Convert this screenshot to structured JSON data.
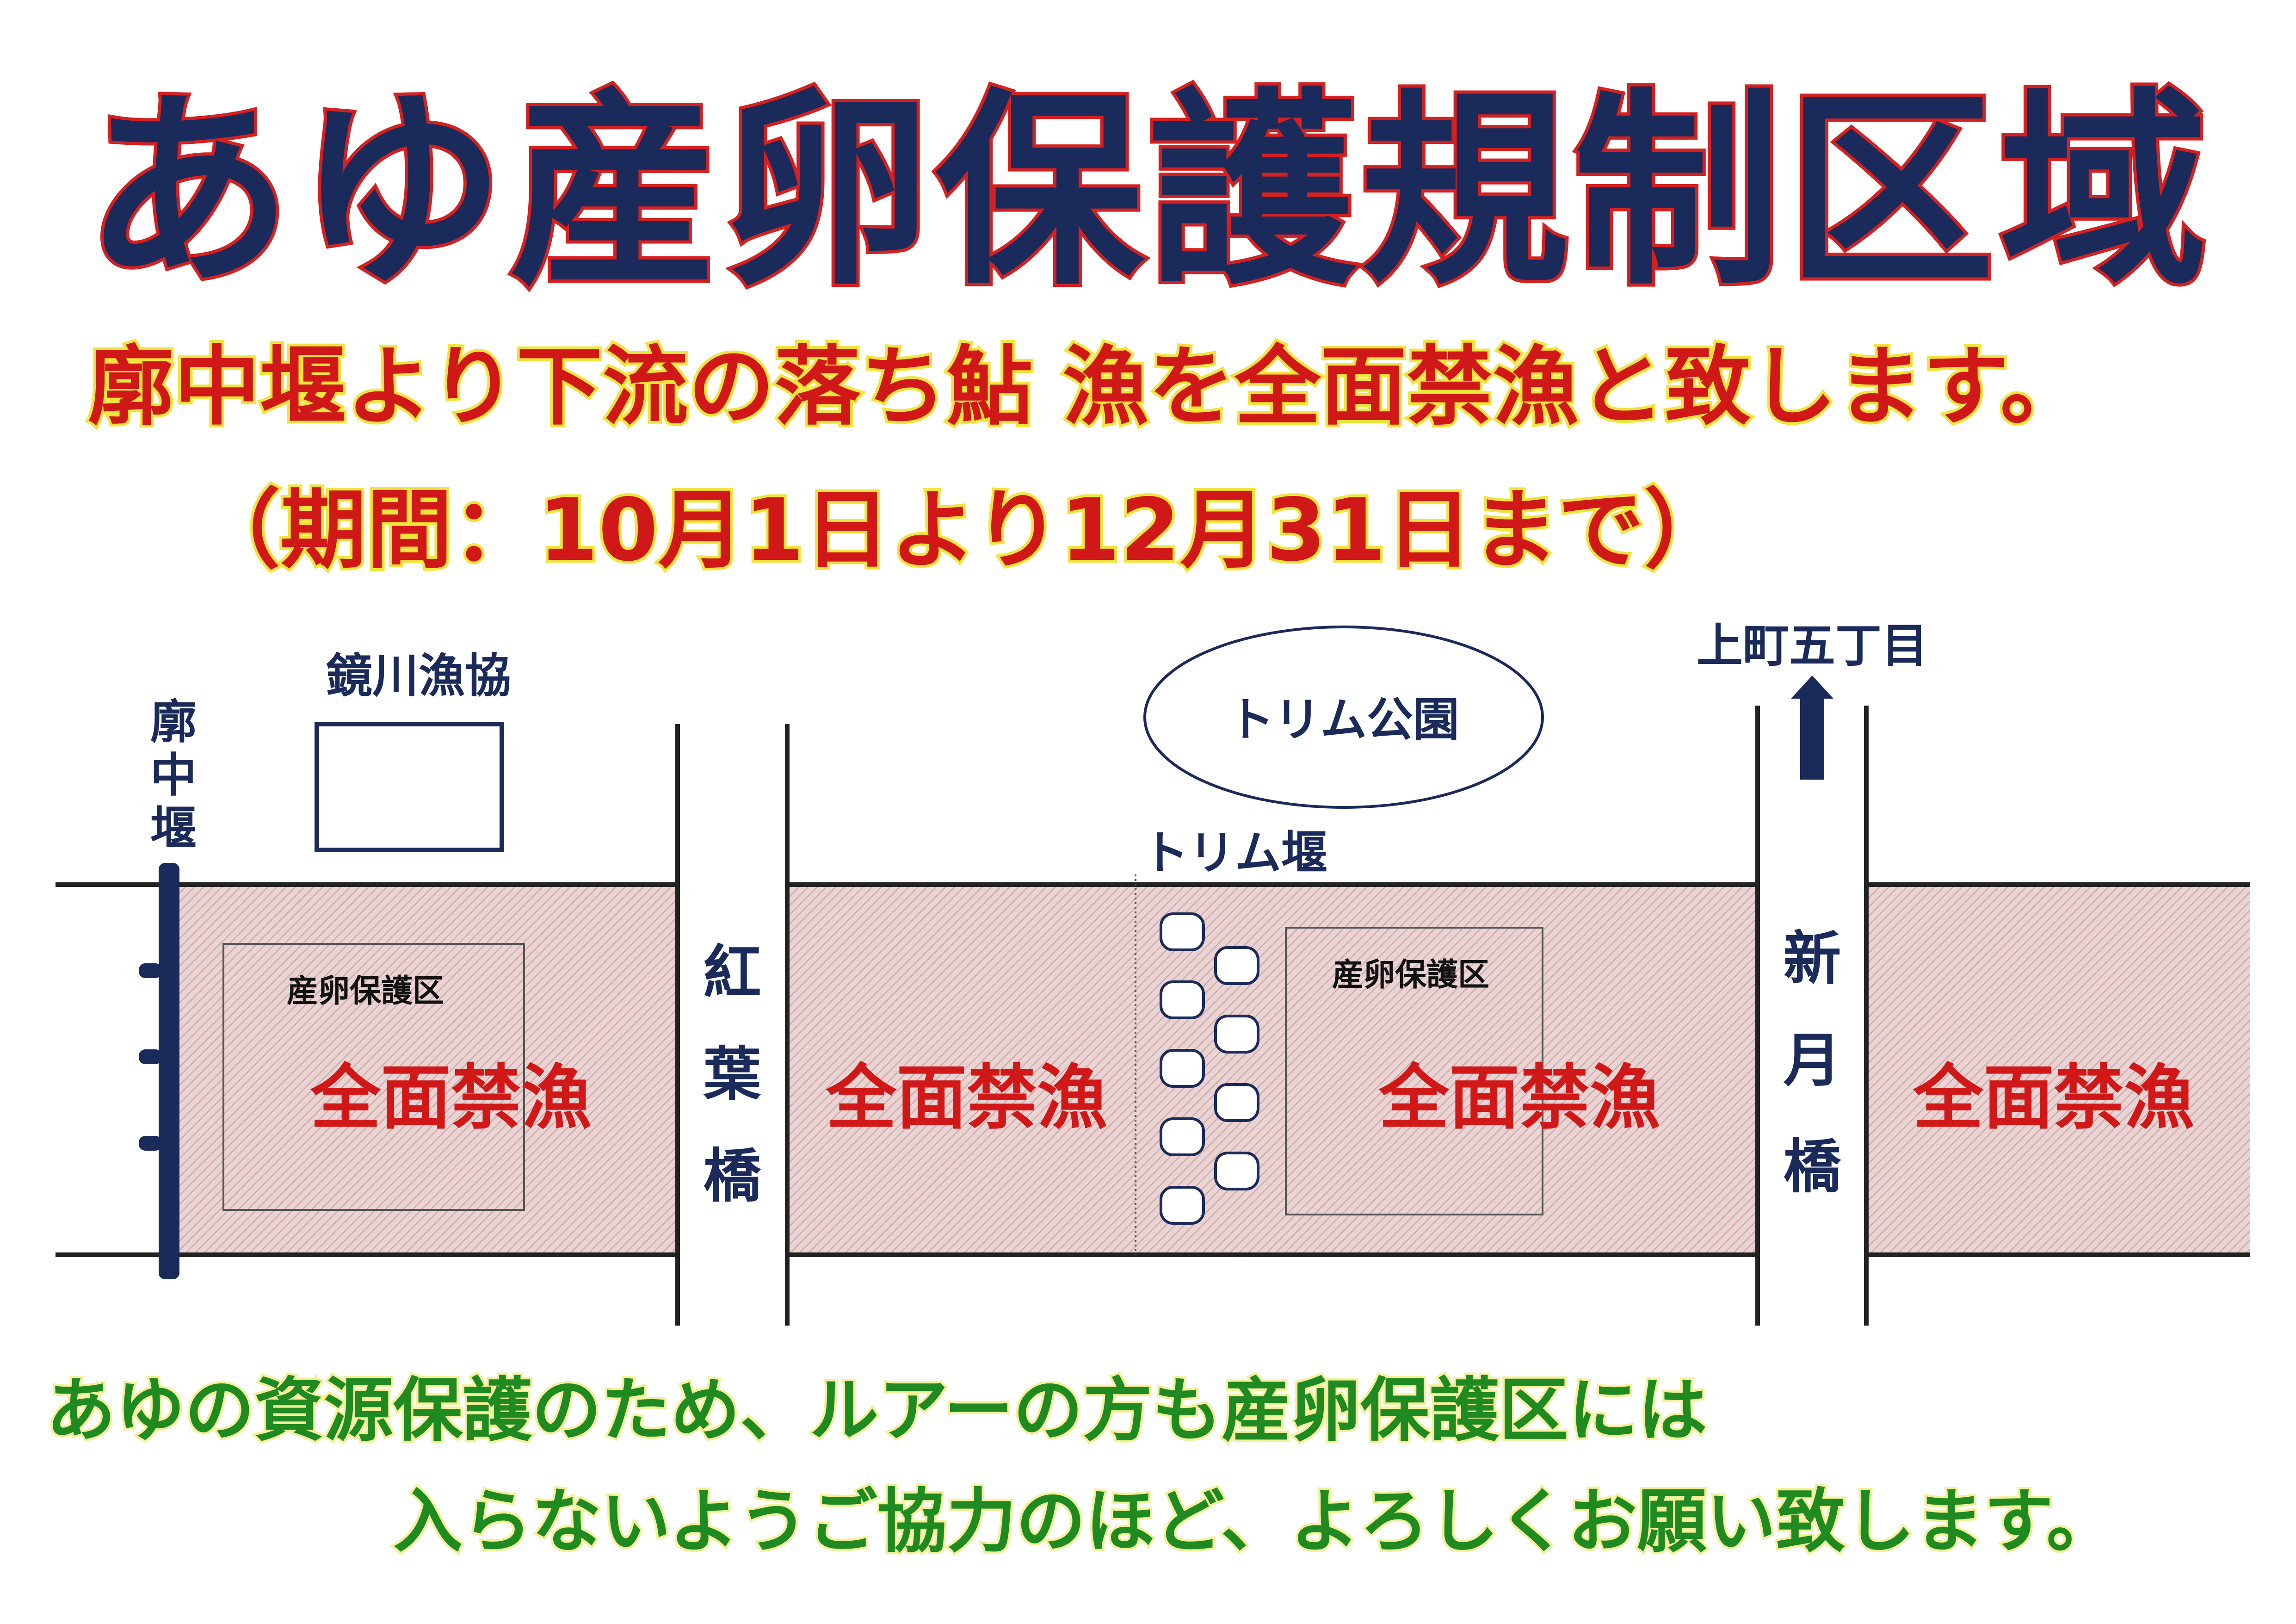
{
  "title": "あゆ産卵保護規制区域",
  "subtitle": {
    "line1": "廓中堰より下流の落ち鮎 漁を全面禁漁と致します。",
    "line2": "（期間：10月1日より12月31日まで）"
  },
  "map": {
    "weir_left": [
      "廓",
      "中",
      "堰"
    ],
    "fishery_coop": "鏡川漁協",
    "trim_park": "トリム公園",
    "trim_weir": "トリム堰",
    "kamimachi": "上町五丁目",
    "bridge_momiji": [
      "紅",
      "葉",
      "橋"
    ],
    "bridge_shingetsu": [
      "新",
      "月",
      "橋"
    ],
    "zone_small_label": "産卵保護区",
    "zone_big_label": "全面禁漁"
  },
  "footer": {
    "line1": "あゆの資源保護のため、ルアーの方も産卵保護区には",
    "line2": "入らないようご協力のほど、よろしくお願い致します。"
  },
  "colors": {
    "navy": "#1a2a5a",
    "red": "#d01818",
    "green": "#1f8a22",
    "zone_fill": "#e9cfcf"
  }
}
